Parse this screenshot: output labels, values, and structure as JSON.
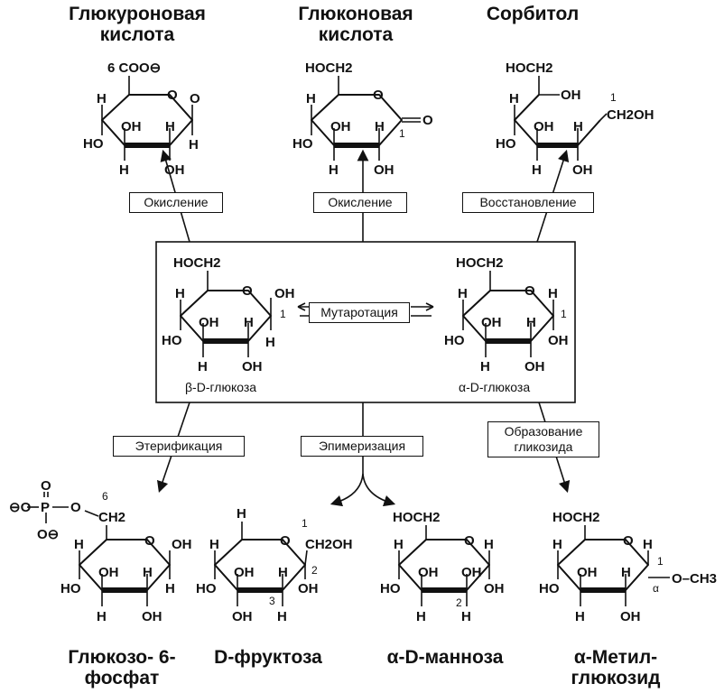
{
  "titles": {
    "glucuronic": "Глюкуроновая кислота",
    "gluconic": "Глюконовая кислота",
    "sorbitol": "Сорбитол",
    "g6p": "Глюкозо- 6-фосфат",
    "fructose": "D-фруктоза",
    "mannose": "α-D-манноза",
    "methylglucoside": "α-Метил- глюкозид"
  },
  "reactions": {
    "oxidation1": "Окисление",
    "oxidation2": "Окисление",
    "reduction": "Восстановление",
    "mutarotation": "Мутаротация",
    "esterification": "Этерификация",
    "epimerization": "Эпимеризация",
    "glycoside": "Образование гликозида"
  },
  "center": {
    "beta_name": "β-D-глюкоза",
    "alpha_name": "α-D-глюкоза"
  },
  "atoms": {
    "H": "H",
    "OH": "OH",
    "HO": "HO",
    "O": "O",
    "hoch2": "HOCH2",
    "ch2oh": "CH2OH",
    "coo": "6 COO⊖",
    "c1": "1",
    "c2": "2",
    "c3": "3",
    "c6": "6",
    "alpha": "α",
    "och3": "O–CH3",
    "phos_p": "P",
    "phos_o": "O",
    "phos_om": "O⊖",
    "phos_om2": "⊖O",
    "ch2": "CH2"
  }
}
